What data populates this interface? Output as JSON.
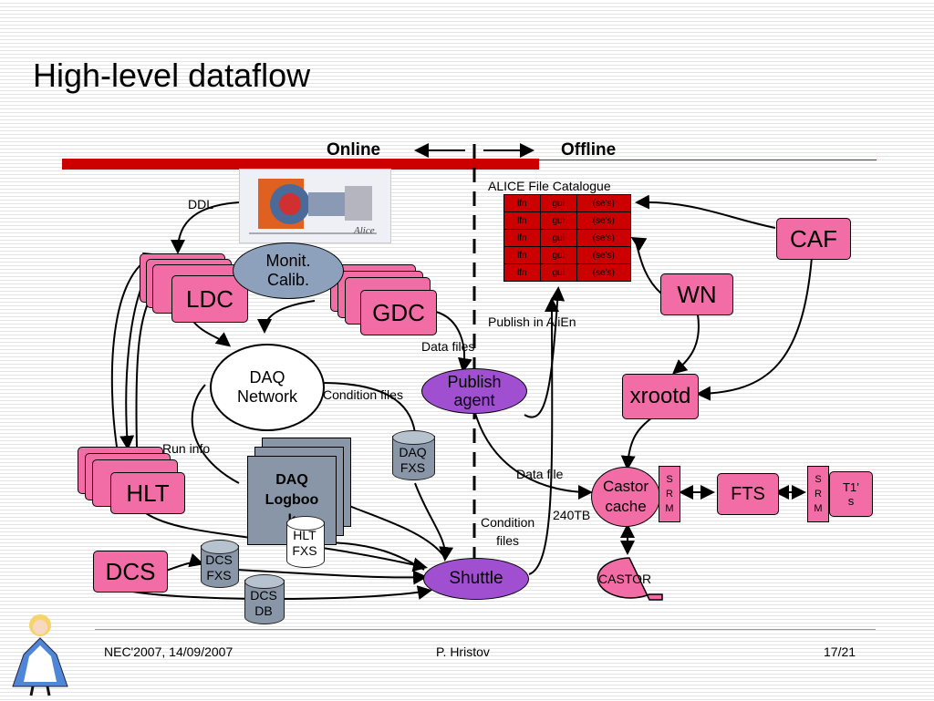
{
  "slide": {
    "title": "High-level dataflow",
    "online": "Online",
    "offline": "Offline"
  },
  "nodes": {
    "ldc": "LDC",
    "gdc": "GDC",
    "hlt": "HLT",
    "dcs": "DCS",
    "monit_line1": "Monit.",
    "monit_line2": "Calib.",
    "daq_net_line1": "DAQ",
    "daq_net_line2": "Network",
    "daq_logbook_line1": "DAQ",
    "daq_logbook_line2": "Logboo",
    "daq_logbook_line3": "k",
    "publish_line1": "Publish",
    "publish_line2": "agent",
    "shuttle": "Shuttle",
    "caf": "CAF",
    "wn": "WN",
    "xrootd": "xrootd",
    "castor_cache_line1": "Castor",
    "castor_cache_line2": "cache",
    "fts": "FTS",
    "castor": "CASTOR",
    "srm1": [
      "S",
      "R",
      "M"
    ],
    "srm2": [
      "S",
      "R",
      "M"
    ],
    "t1_line1": "T1’",
    "t1_line2": "s"
  },
  "cylinders": {
    "daq_fxs": [
      "DAQ",
      "FXS"
    ],
    "hlt_fxs": [
      "HLT",
      "FXS"
    ],
    "dcs_fxs": [
      "DCS",
      "FXS"
    ],
    "dcs_db": [
      "DCS",
      "DB"
    ]
  },
  "labels": {
    "ddl": "DDL",
    "alice_catalogue": "ALICE File Catalogue",
    "publish_alien": "Publish in AliEn",
    "data_files": "Data files",
    "condition_files": "Condition files",
    "run_info": "Run info",
    "data_file": "Data file",
    "condition_line1": "Condition",
    "condition_line2": "files",
    "tb": "240TB"
  },
  "catalogue": {
    "rows": [
      [
        "lfn",
        "gui",
        "(se's)"
      ],
      [
        "lfn",
        "gui",
        "(se's)"
      ],
      [
        "lfn",
        "gui",
        "(se's)"
      ],
      [
        "lfn",
        "gui",
        "(se's)"
      ],
      [
        "lfn",
        "gui",
        "(se's)"
      ]
    ],
    "color": "#cc0000"
  },
  "footer": {
    "left": "NEC'2007, 14/09/2007",
    "center": "P. Hristov",
    "right": "17/21"
  },
  "colors": {
    "pink": "#f26da5",
    "purple": "#a14fd1",
    "red_bar": "#cc0000"
  }
}
